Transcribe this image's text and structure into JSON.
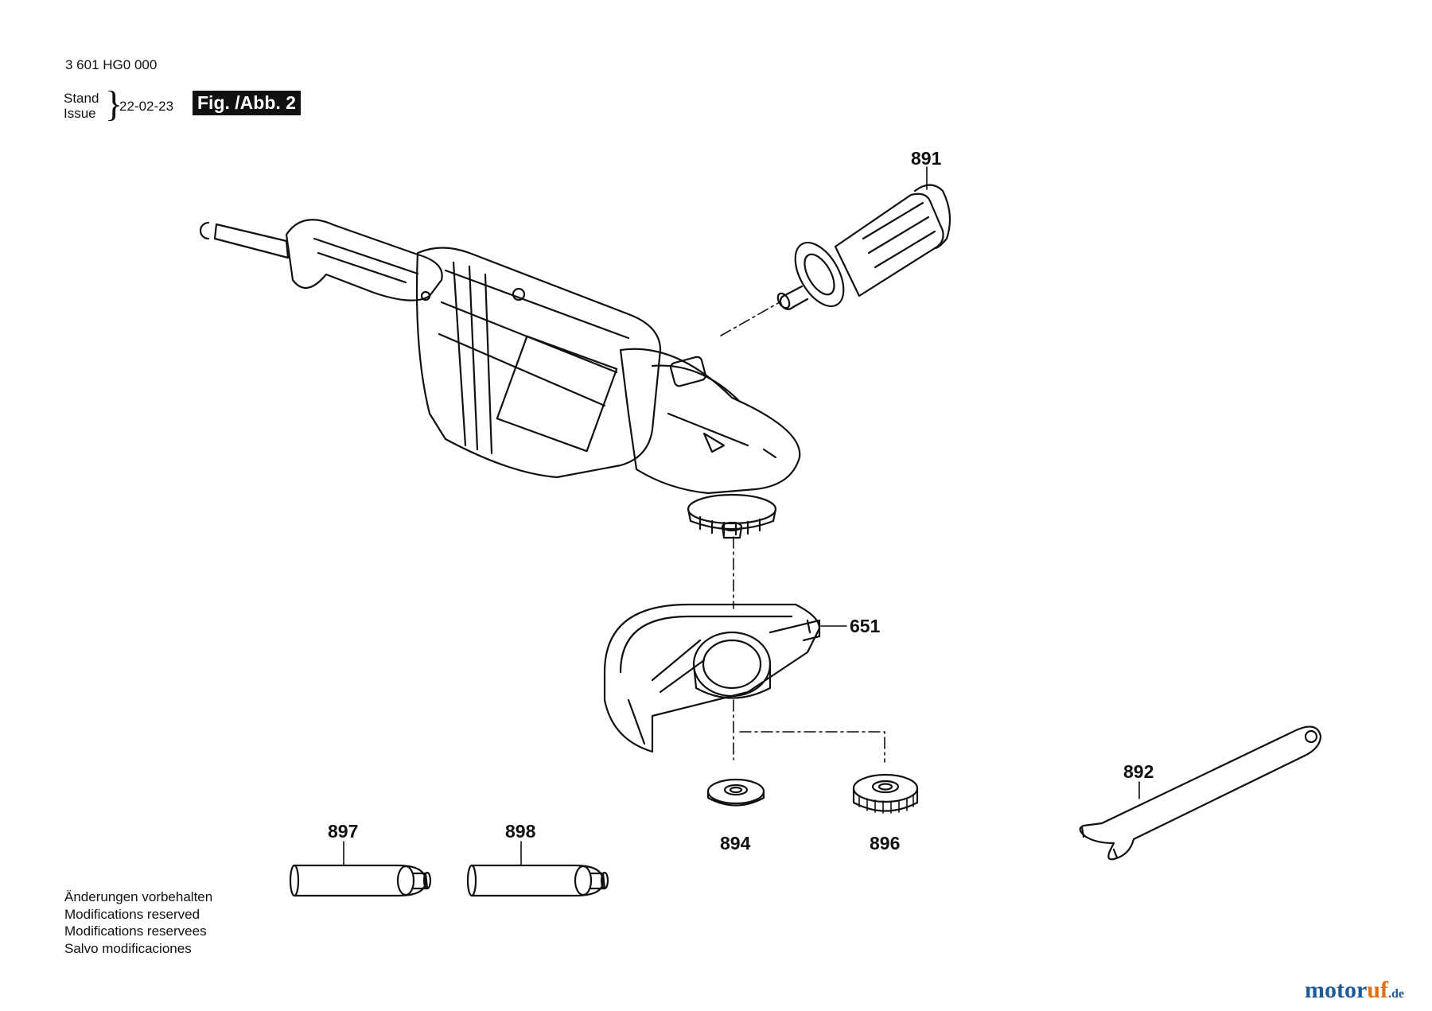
{
  "header": {
    "part_number": "3 601 HG0 000",
    "stand_label": "Stand",
    "issue_label": "Issue",
    "date": "22-02-23",
    "figure_label": "Fig. /Abb. 2"
  },
  "parts": {
    "p891": "891",
    "p651": "651",
    "p892": "892",
    "p894": "894",
    "p896": "896",
    "p897": "897",
    "p898": "898"
  },
  "footer": {
    "line1": "Änderungen vorbehalten",
    "line2": "Modifications reserved",
    "line3": "Modifications reservees",
    "line4": "Salvo modificaciones"
  },
  "watermark": {
    "part1": "motor",
    "part2": "uf",
    "part3": ".de"
  },
  "colors": {
    "ink": "#111111",
    "brand_blue": "#1f5a99",
    "brand_orange": "#e0701a"
  }
}
